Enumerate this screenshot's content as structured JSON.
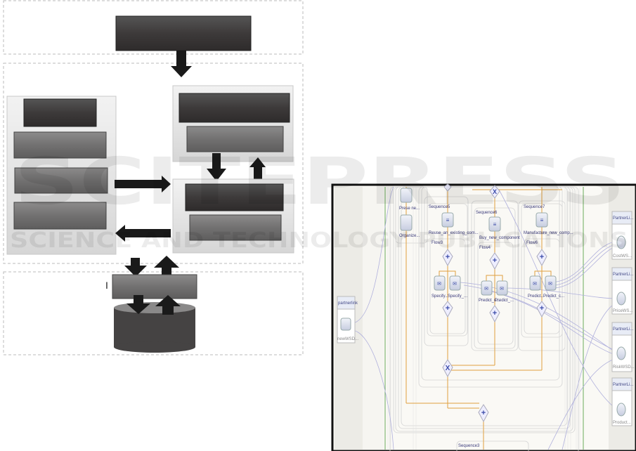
{
  "architecture_diagram": {
    "stray_label": "I",
    "colors": {
      "dark_box": "#403c3c",
      "gray_box": "#777676",
      "panel": "#e4e4e4",
      "arrow": "#1a1a1a",
      "database": "#454343"
    }
  },
  "watermark": {
    "line1": "SCITEPRESS",
    "line2": "SCIENCE AND TECHNOLOGY PUBLICATIONS"
  },
  "bpel_screenshot": {
    "left_partner": {
      "header": "partnerlink",
      "service": "newWSD..."
    },
    "right_partners": [
      {
        "header": "PartnerLi...",
        "service": "CostWS..."
      },
      {
        "header": "PartnerLi...",
        "service": "PriceWS..."
      },
      {
        "header": "PartnerLi...",
        "service": "RiskWSD..."
      },
      {
        "header": "PartnerLi...",
        "service": "Product..."
      }
    ],
    "top_tasks": [
      "Prese ne...",
      "Organize..."
    ],
    "sequences": [
      {
        "name": "Sequence5",
        "task": "Reuse_an_existing_com...",
        "flow": "Flow3",
        "invokes": [
          "Specify...",
          "Specify_..."
        ]
      },
      {
        "name": "Sequence6",
        "task": "Buy_new_component",
        "flow": "Flow4",
        "invokes": [
          "Predict_c...",
          "Predict_..."
        ]
      },
      {
        "name": "Sequence7",
        "task": "Manufacture_new_comp...",
        "flow": "Flow6",
        "invokes": [
          "Predict...",
          "Predict_c..."
        ]
      }
    ],
    "bottom_sequence": "Sequence3",
    "colors": {
      "flow_line": "#e0a040",
      "link_line": "#a8a8d8",
      "gateway": "#3a4aa8",
      "green_line": "#6aaa5a"
    }
  }
}
